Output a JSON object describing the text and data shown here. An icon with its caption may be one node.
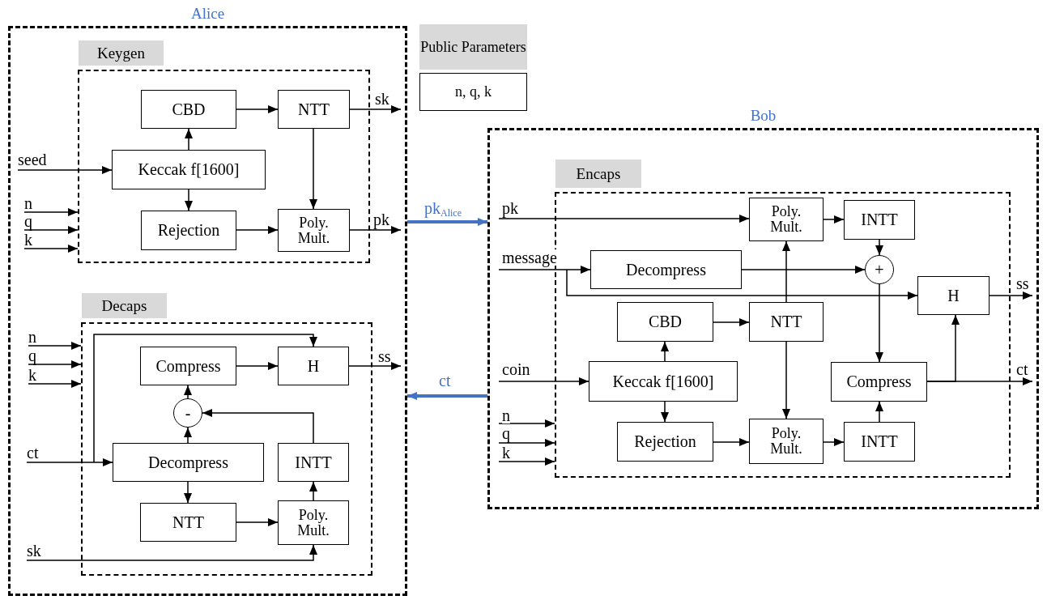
{
  "diagram": {
    "nodes": [
      {
        "text": [
          "Alice"
        ]
      },
      {
        "text": [
          "Keygen"
        ],
        "in": 0
      },
      {
        "text": [
          "CBD"
        ],
        "in": 1
      },
      {
        "text": [
          "NTT"
        ],
        "in": 1
      },
      {
        "text": [
          "Keccak f[1600]"
        ],
        "in": 1
      },
      {
        "text": [
          "Rejection"
        ],
        "in": 1
      },
      {
        "text": [
          "Poly. Mult."
        ],
        "in": 1
      },
      {
        "text": [
          "Decaps"
        ],
        "in": 0
      },
      {
        "text": [
          "Compress"
        ],
        "in": 7
      },
      {
        "text": [
          "H"
        ],
        "in": 7
      },
      {
        "text": [
          "-"
        ],
        "in": 7
      },
      {
        "text": [
          "Decompress"
        ],
        "in": 7
      },
      {
        "text": [
          "INTT"
        ],
        "in": 7
      },
      {
        "text": [
          "NTT"
        ],
        "in": 7
      },
      {
        "text": [
          "Poly. Mult."
        ],
        "in": 7
      },
      {
        "text": [
          "Public Parameters",
          "n, q, k"
        ]
      },
      {
        "text": [
          "Bob"
        ]
      },
      {
        "text": [
          "Encaps"
        ],
        "in": 16
      },
      {
        "text": [
          "Poly. Mult."
        ],
        "in": 17
      },
      {
        "text": [
          "INTT"
        ],
        "in": 17
      },
      {
        "text": [
          "+"
        ],
        "in": 17
      },
      {
        "text": [
          "Decompress"
        ],
        "in": 17
      },
      {
        "text": [
          "H"
        ],
        "in": 17
      },
      {
        "text": [
          "CBD"
        ],
        "in": 17
      },
      {
        "text": [
          "NTT"
        ],
        "in": 17
      },
      {
        "text": [
          "Compress"
        ],
        "in": 17
      },
      {
        "text": [
          "Keccak f[1600]"
        ],
        "in": 17
      },
      {
        "text": [
          "Rejection"
        ],
        "in": 17
      },
      {
        "text": [
          "Poly. Mult."
        ],
        "in": 17
      },
      {
        "text": [
          "INTT"
        ],
        "in": 17
      }
    ],
    "edges": [
      {
        "from": null,
        "to": 4,
        "arrow": "to",
        "label": "seed"
      },
      {
        "from": null,
        "to": 1,
        "arrow": "to",
        "label": "n"
      },
      {
        "from": null,
        "to": 1,
        "arrow": "to",
        "label": "q"
      },
      {
        "from": null,
        "to": 1,
        "arrow": "to",
        "label": "k"
      },
      {
        "from": 2,
        "to": 3,
        "arrow": "to"
      },
      {
        "from": 4,
        "to": 2,
        "arrow": "to"
      },
      {
        "from": 4,
        "to": 5,
        "arrow": "to"
      },
      {
        "from": 5,
        "to": 6,
        "arrow": "to"
      },
      {
        "from": 3,
        "to": 6,
        "arrow": "to"
      },
      {
        "from": 3,
        "to": null,
        "arrow": "to",
        "label": "sk"
      },
      {
        "from": 6,
        "to": null,
        "arrow": "to",
        "label": "pk"
      },
      {
        "from": null,
        "to": 7,
        "arrow": "to",
        "label": "n"
      },
      {
        "from": null,
        "to": 7,
        "arrow": "to",
        "label": "q"
      },
      {
        "from": null,
        "to": 7,
        "arrow": "to",
        "label": "k"
      },
      {
        "from": null,
        "to": 11,
        "arrow": "to",
        "label": "ct"
      },
      {
        "from": null,
        "to": 9,
        "arrow": "to"
      },
      {
        "from": null,
        "to": 14,
        "arrow": "to",
        "label": "sk"
      },
      {
        "from": 8,
        "to": 9,
        "arrow": "to"
      },
      {
        "from": 10,
        "to": 8,
        "arrow": "to"
      },
      {
        "from": 11,
        "to": 10,
        "arrow": "to"
      },
      {
        "from": 12,
        "to": 10,
        "arrow": "to"
      },
      {
        "from": 11,
        "to": 13,
        "arrow": "to"
      },
      {
        "from": 13,
        "to": 14,
        "arrow": "to"
      },
      {
        "from": 14,
        "to": 12,
        "arrow": "to"
      },
      {
        "from": 9,
        "to": null,
        "arrow": "to",
        "label": "ss"
      },
      {
        "from": 0,
        "to": 16,
        "arrow": "to",
        "label": "pk$_{Alice}$",
        "style": "thick",
        "color": "#4472c4"
      },
      {
        "from": 16,
        "to": 0,
        "arrow": "to",
        "label": "ct",
        "style": "thick",
        "color": "#4472c4"
      },
      {
        "from": null,
        "to": 18,
        "arrow": "to",
        "label": "pk"
      },
      {
        "from": null,
        "to": 21,
        "arrow": "to",
        "label": "message"
      },
      {
        "from": null,
        "to": 22,
        "arrow": "to"
      },
      {
        "from": null,
        "to": 26,
        "arrow": "to",
        "label": "coin"
      },
      {
        "from": null,
        "to": 17,
        "arrow": "to",
        "label": "n"
      },
      {
        "from": null,
        "to": 17,
        "arrow": "to",
        "label": "q"
      },
      {
        "from": null,
        "to": 17,
        "arrow": "to",
        "label": "k"
      },
      {
        "from": 18,
        "to": 19,
        "arrow": "to"
      },
      {
        "from": 19,
        "to": 20,
        "arrow": "to"
      },
      {
        "from": 21,
        "to": 20,
        "arrow": "to"
      },
      {
        "from": 24,
        "to": 18,
        "arrow": "to"
      },
      {
        "from": 23,
        "to": 24,
        "arrow": "to"
      },
      {
        "from": 26,
        "to": 23,
        "arrow": "to"
      },
      {
        "from": 26,
        "to": 27,
        "arrow": "to"
      },
      {
        "from": 27,
        "to": 28,
        "arrow": "to"
      },
      {
        "from": 24,
        "to": 28,
        "arrow": "to"
      },
      {
        "from": 28,
        "to": 29,
        "arrow": "to"
      },
      {
        "from": 29,
        "to": 25,
        "arrow": "to"
      },
      {
        "from": 20,
        "to": 25,
        "arrow": "to"
      },
      {
        "from": 25,
        "to": 22,
        "arrow": "to"
      },
      {
        "from": 25,
        "to": null,
        "arrow": "to",
        "label": "ct"
      },
      {
        "from": 22,
        "to": null,
        "arrow": "to",
        "label": "ss"
      }
    ]
  }
}
